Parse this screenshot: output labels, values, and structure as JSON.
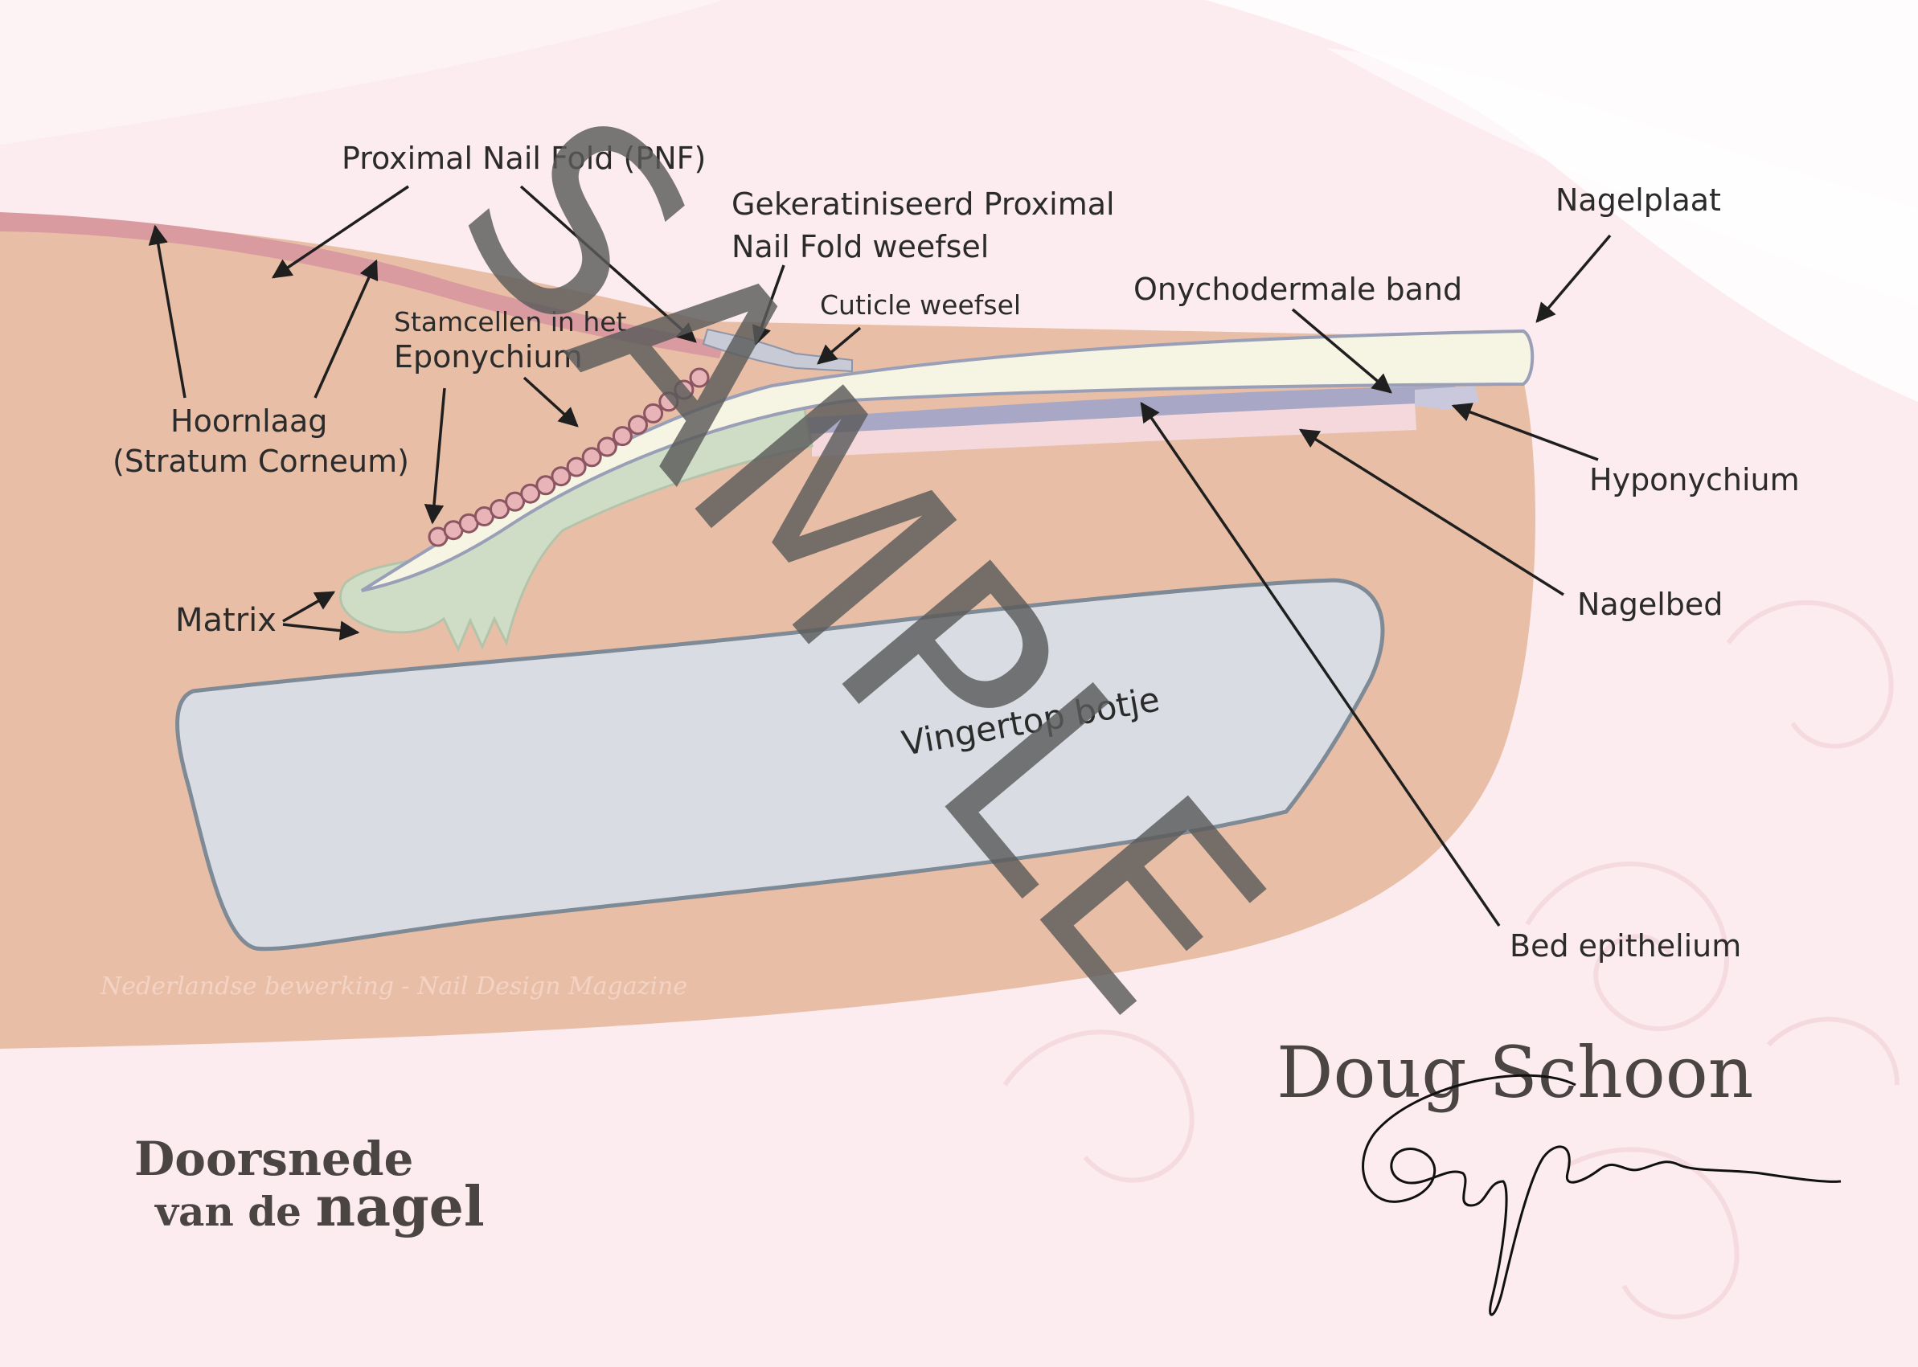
{
  "labels": {
    "proximal_nail_fold": "Proximal Nail Fold (PNF)",
    "keratinized_line1": "Gekeratiniseerd Proximal",
    "keratinized_line2": "Nail Fold weefsel",
    "nagelplaat": "Nagelplaat",
    "cuticle": "Cuticle weefsel",
    "onychodermal": "Onychodermale band",
    "stem_cells_line1": "Stamcellen in het",
    "stem_cells_line2": "Eponychium",
    "horny_layer_line1": "Hoornlaag",
    "horny_layer_line2": "(Stratum Corneum)",
    "hyponychium": "Hyponychium",
    "nagelbed": "Nagelbed",
    "matrix": "Matrix",
    "bone": "Vingertop botje",
    "bed_epithelium": "Bed epithelium"
  },
  "title": {
    "line1": "Doorsnede",
    "line2_a": "van de",
    "line2_b": "nagel"
  },
  "credit": "Nederlandse bewerking - Nail Design Magazine",
  "author": "Doug Schoon",
  "watermark": "SAMPLE",
  "colors": {
    "background": "#fcecef",
    "skin": "#e8bfa6",
    "stratum": "#d99aa0",
    "nail_plate": "#f6f4e2",
    "matrix": "#cfdcc6",
    "bone": "#d9dde3",
    "bone_outline": "#7e8a96",
    "nail_bed": "#f4d8dc",
    "text": "#2b2b2b"
  }
}
